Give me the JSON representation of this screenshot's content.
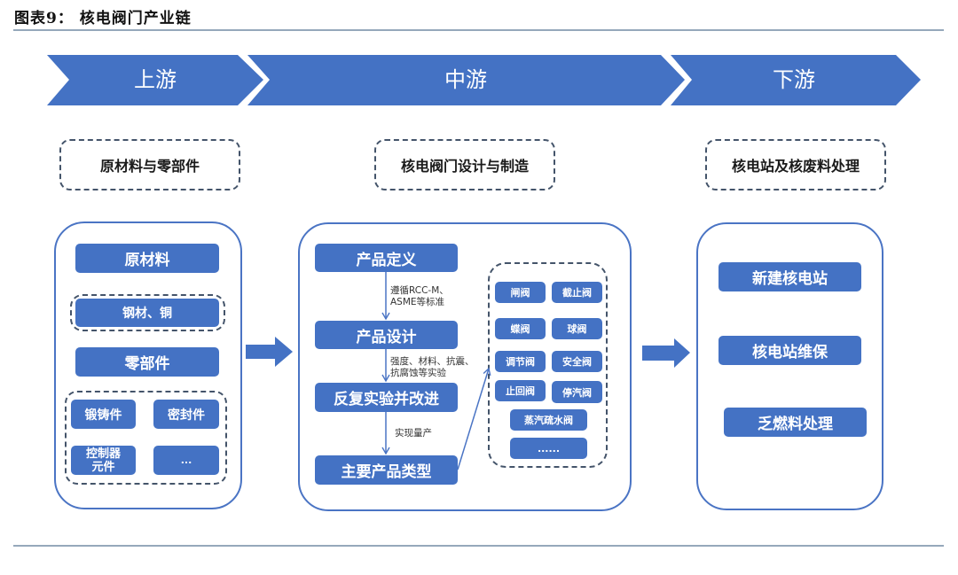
{
  "figure": {
    "title": "图表9： 核电阀门产业链"
  },
  "stages": [
    {
      "label": "上游"
    },
    {
      "label": "中游"
    },
    {
      "label": "下游"
    }
  ],
  "headers": {
    "upstream": "原材料与零部件",
    "midstream": "核电阀门设计与制造",
    "downstream": "核电站及核废料处理"
  },
  "upstream": {
    "raw_materials": "原材料",
    "raw_materials_items": "钢材、铜",
    "components": "零部件",
    "component_items": [
      "锻铸件",
      "密封件",
      "控制器元件",
      "..."
    ]
  },
  "midstream": {
    "steps": [
      "产品定义",
      "产品设计",
      "反复实验并改进",
      "主要产品类型"
    ],
    "step_notes": [
      [
        "遵循RCC-M、",
        "ASME等标准"
      ],
      [
        "强度、材料、抗震、",
        "抗腐蚀等实验"
      ],
      [
        "实现量产"
      ]
    ],
    "product_types": [
      "闸阀",
      "截止阀",
      "蝶阀",
      "球阀",
      "调节阀",
      "安全阀",
      "止回阀",
      "停汽阀",
      "蒸汽疏水阀",
      "......"
    ]
  },
  "downstream": {
    "items": [
      "新建核电站",
      "核电站维保",
      "乏燃料处理"
    ]
  },
  "colors": {
    "primary_blue": "#4472c4",
    "panel_border": "#4a74c4",
    "dashed_border": "#44546a",
    "rule": "#95a8bb"
  }
}
